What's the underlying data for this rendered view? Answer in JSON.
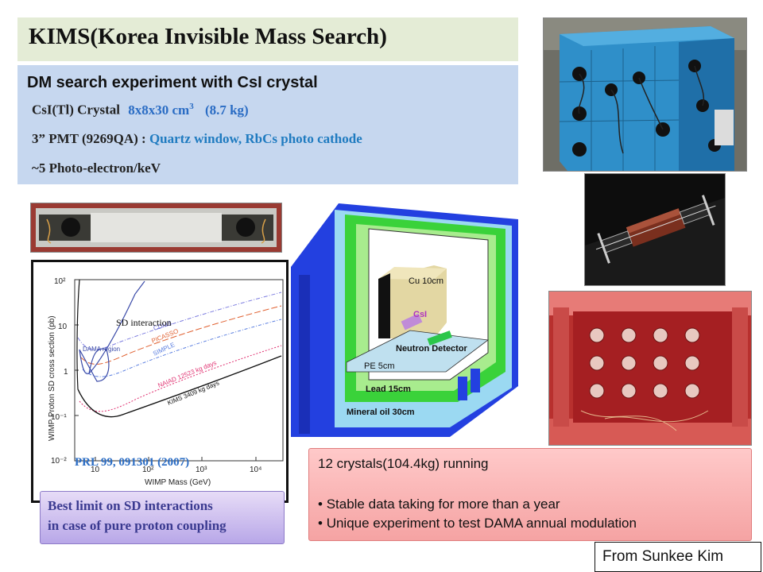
{
  "title": "KIMS(Korea Invisible Mass Search)",
  "info": {
    "heading": "DM search experiment with CsI crystal",
    "line1_prefix": "CsI(Tl) Crystal",
    "line1_dims": "8x8x30 cm",
    "line1_sup": "3",
    "line1_mass": "(8.7 kg)",
    "line2_prefix": "3” PMT (9269QA) :",
    "line2_blue": "Quartz  window, RbCs photo cathode",
    "line3": "~5 Photo-electron/keV"
  },
  "plot": {
    "y_axis_label": "WIMP Proton SD cross section (pb)",
    "x_axis_label": "WIMP Mass (GeV)",
    "y_ticks": [
      "10²",
      "10",
      "1",
      "10⁻¹",
      "10⁻²"
    ],
    "x_ticks": [
      "10",
      "10²",
      "10³",
      "10⁴"
    ],
    "overlay_label": "SD interaction",
    "curve_labels": [
      "CDMS",
      "PICASSO",
      "SIMPLE",
      "DAMA region",
      "NAIAD 12523 kg days",
      "KIMS 3409 kg days"
    ],
    "reference": "PRL 99, 091301 (2007)"
  },
  "caption": {
    "line1": "Best limit on SD interactions",
    "line2": "in case of pure proton coupling"
  },
  "diagram": {
    "labels": {
      "cu": "Cu  10cm",
      "csi": "CsI",
      "neutron": "Neutron Detector",
      "pe": "PE 5cm",
      "lead": "Lead 15cm",
      "oil": "Mineral oil  30cm"
    }
  },
  "status_box": {
    "line1": "12 crystals(104.4kg) running",
    "bullets": [
      "Stable data taking   for more than a year",
      "Unique experiment to test DAMA annual modulation"
    ],
    "bullet_char": "•"
  },
  "credit": "From Sunkee Kim",
  "colors": {
    "title_bg": "#e4ecd6",
    "info_bg": "#c6d7ef",
    "accent_blue": "#2a6cc4",
    "shield_blue": "#1e3fd8",
    "shield_green": "#74e05a",
    "shield_lightblue": "#8fd9ef"
  }
}
